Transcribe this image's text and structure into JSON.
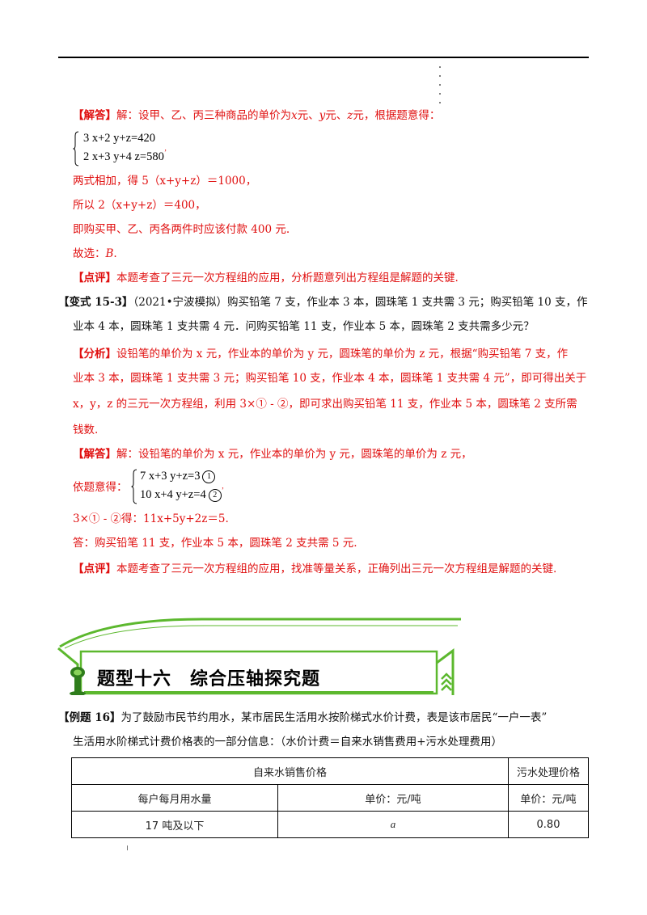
{
  "sol1": {
    "label": "【解答】",
    "text1": "解：设甲、乙、丙三种商品的单价为",
    "var_x": "x",
    "text2": "元、",
    "var_y": "y",
    "text3": "元、",
    "var_z": "z",
    "text4": "元，根据题意得：",
    "eq1": "3 x+2 y+z=420",
    "eq2": "2 x+3 y+4 z=580",
    "tick": "’",
    "l2": "两式相加，得 5（x+y+z）＝1000，",
    "l3": "所以 2（x+y+z）＝400，",
    "l4": "即购买甲、乙、丙各两件时应该付款 400 元.",
    "l5_prefix": "故选：",
    "l5_ans": "B",
    "l5_suffix": "."
  },
  "review1": {
    "label": "【点评】",
    "text": "本题考查了三元一次方程组的应用，分析题意列出方程组是解题的关键."
  },
  "variant": {
    "label": "【变式 15-3】",
    "line1": "（2021•宁波模拟）购买铅笔 7 支，作业本 3 本，圆珠笔 1 支共需 3 元；购买铅笔 10 支，作",
    "line2": "业本 4 本，圆珠笔 1 支共需 4 元．问购买铅笔 11 支，作业本 5 本，圆珠笔 2 支共需多少元？"
  },
  "analysis": {
    "label": "【分析】",
    "line1": "设铅笔的单价为 x 元，作业本的单价为 y 元，圆珠笔的单价为 z 元，根据“购买铅笔 7 支，作",
    "line2": "业本 3 本，圆珠笔 1 支共需 3 元；购买铅笔 10 支，作业本 4 本，圆珠笔 1 支共需 4 元”，即可得出关于",
    "line3": "x，y，z 的三元一次方程组，利用 3×① - ②，即可求出购买铅笔 11 支，作业本 5 本，圆珠笔 2 支所需",
    "line4": "钱数."
  },
  "sol2": {
    "label": "【解答】",
    "text": "解：设铅笔的单价为 x 元，作业本的单价为 y 元，圆珠笔的单价为 z 元，",
    "prefix": "依题意得：",
    "eq1": "7 x+3 y+z=3",
    "eq2": "10 x+4 y+z=4",
    "c1": "1",
    "c2": "2",
    "tick": "’",
    "l2": "3×① - ②得：11x+5y+2z＝5.",
    "l3": "答：购买铅笔 11 支，作业本 5 本，圆珠笔 2 支共需 5 元."
  },
  "review2": {
    "label": "【点评】",
    "text": "本题考查了三元一次方程组的应用，找准等量关系，正确列出三元一次方程组是解题的关键."
  },
  "section": {
    "title": "题型十六　综合压轴探究题"
  },
  "example": {
    "label": "【例题 16】",
    "line1": "为了鼓励市民节约用水，某市居民生活用水按阶梯式水价计费，表是该市居民“一户一表”",
    "line2": "生活用水阶梯式计费价格表的一部分信息：（水价计费＝自来水销售费用+污水处理费用）"
  },
  "table": {
    "h_top_left": "自来水销售价格",
    "h_top_right": "污水处理价格",
    "h_usage": "每户每月用水量",
    "h_unit_price": "单价：元/吨",
    "h_unit_price2": "单价：元/吨",
    "r1_usage": "17 吨及以下",
    "r1_price": "a",
    "r1_sewage": "0.80"
  },
  "colors": {
    "red": "#e01010",
    "green": "#5cb82e",
    "dark_green": "#2f7d1c"
  }
}
